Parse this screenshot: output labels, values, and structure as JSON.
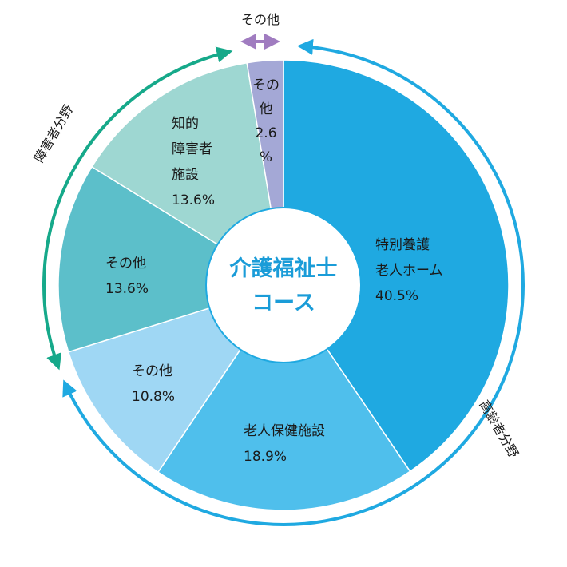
{
  "chart_data": {
    "type": "pie",
    "center_label": [
      "介護福祉士",
      "コース"
    ],
    "slices": [
      {
        "label_lines": [
          "特別養護",
          "老人ホーム"
        ],
        "value": 40.5,
        "value_text": "40.5%",
        "color": "#1fa9e1"
      },
      {
        "label_lines": [
          "老人保健施設"
        ],
        "value": 18.9,
        "value_text": "18.9%",
        "color": "#4fbfec"
      },
      {
        "label_lines": [
          "その他"
        ],
        "value": 10.8,
        "value_text": "10.8%",
        "color": "#9fd7f4"
      },
      {
        "label_lines": [
          "その他"
        ],
        "value": 13.6,
        "value_text": "13.6%",
        "color": "#5cbfca"
      },
      {
        "label_lines": [
          "知的",
          "障害者",
          "施設"
        ],
        "value": 13.6,
        "value_text": "13.6%",
        "color": "#9ed7d2"
      },
      {
        "label_lines": [
          "その",
          "他"
        ],
        "value": 2.6,
        "value_text": "2.6%",
        "color": "#a4a8d6"
      }
    ],
    "groups": [
      {
        "label": "高齢者分野",
        "color": "#1fa9e1"
      },
      {
        "label": "障害者分野",
        "color": "#16a98a"
      },
      {
        "label": "その他",
        "color": "#a07cc0"
      }
    ]
  }
}
